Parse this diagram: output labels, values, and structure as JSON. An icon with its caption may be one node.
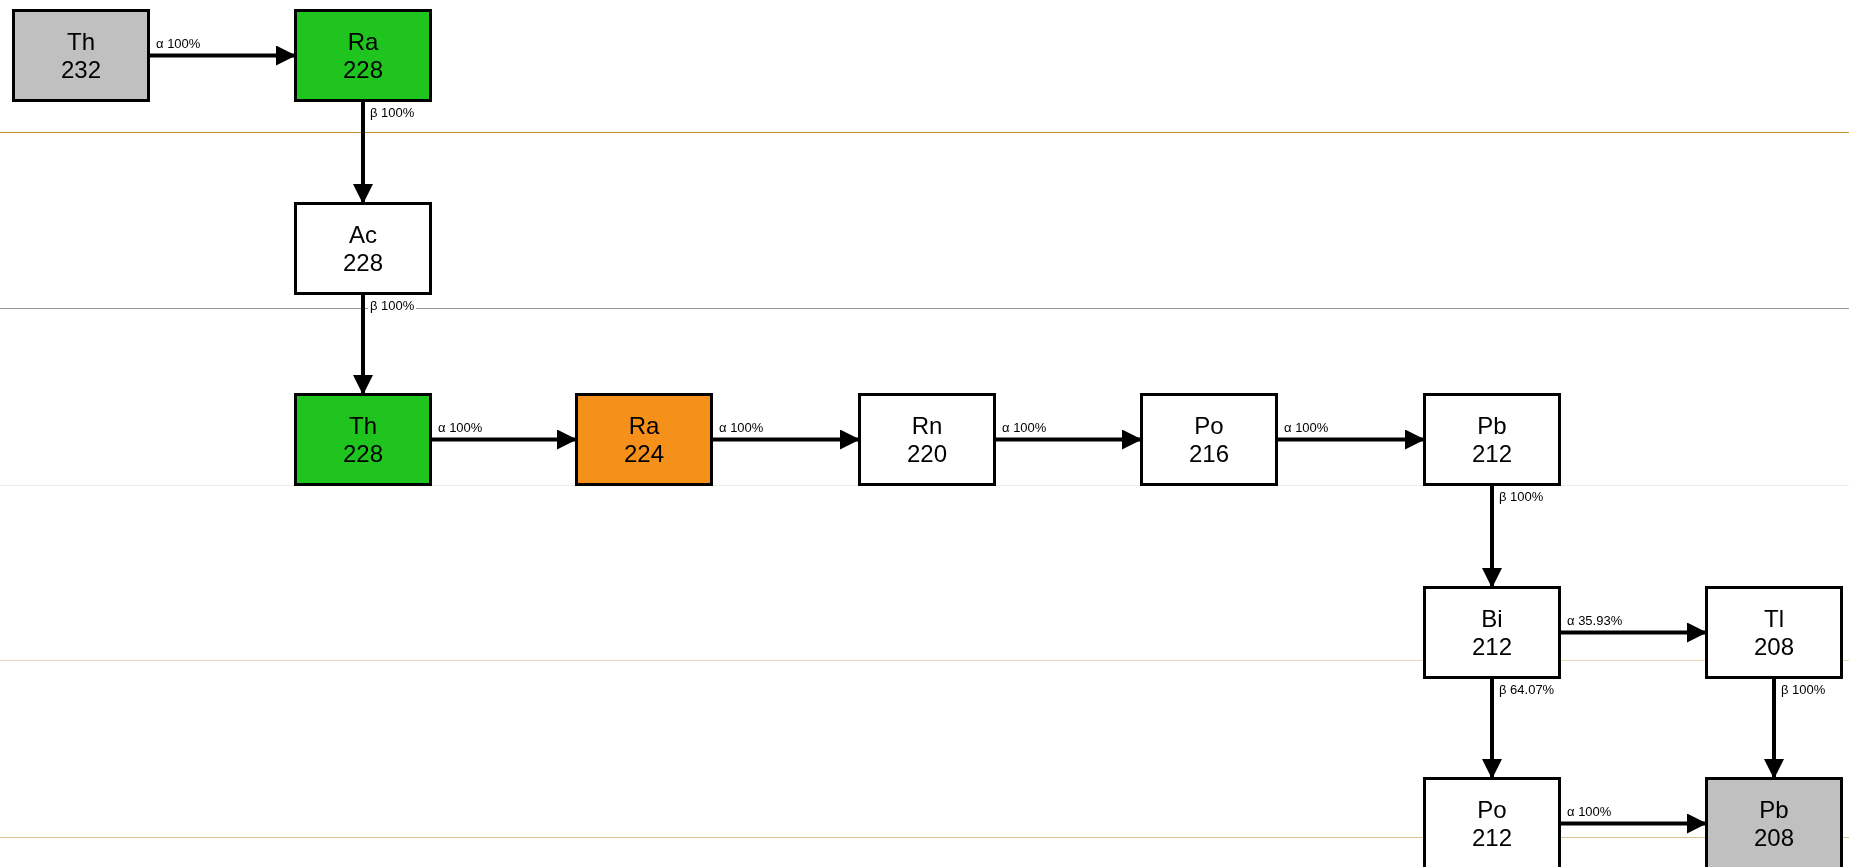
{
  "diagram": {
    "nodes": [
      {
        "text": [
          "Th",
          "232"
        ]
      },
      {
        "text": [
          "Ra",
          "228"
        ]
      },
      {
        "text": [
          "Ac",
          "228"
        ]
      },
      {
        "text": [
          "Th",
          "228"
        ]
      },
      {
        "text": [
          "Ra",
          "224"
        ]
      },
      {
        "text": [
          "Rn",
          "220"
        ]
      },
      {
        "text": [
          "Po",
          "216"
        ]
      },
      {
        "text": [
          "Pb",
          "212"
        ]
      },
      {
        "text": [
          "Bi",
          "212"
        ]
      },
      {
        "text": [
          "Tl",
          "208"
        ]
      },
      {
        "text": [
          "Po",
          "212"
        ]
      },
      {
        "text": [
          "Pb",
          "208"
        ]
      }
    ],
    "edges": [
      {
        "from": 0,
        "to": 1,
        "arrow": "to",
        "label": "α 100%"
      },
      {
        "from": 1,
        "to": 2,
        "arrow": "to",
        "label": "β 100%"
      },
      {
        "from": 2,
        "to": 3,
        "arrow": "to",
        "label": "β 100%"
      },
      {
        "from": 3,
        "to": 4,
        "arrow": "to",
        "label": "α 100%"
      },
      {
        "from": 4,
        "to": 5,
        "arrow": "to",
        "label": "α 100%"
      },
      {
        "from": 5,
        "to": 6,
        "arrow": "to",
        "label": "α 100%"
      },
      {
        "from": 6,
        "to": 7,
        "arrow": "to",
        "label": "α 100%"
      },
      {
        "from": 7,
        "to": 8,
        "arrow": "to",
        "label": "β 100%"
      },
      {
        "from": 8,
        "to": 9,
        "arrow": "to",
        "label": "α 35.93%"
      },
      {
        "from": 8,
        "to": 10,
        "arrow": "to",
        "label": "β 64.07%"
      },
      {
        "from": 9,
        "to": 11,
        "arrow": "to",
        "label": "β 100%"
      },
      {
        "from": 10,
        "to": 11,
        "arrow": "to",
        "label": "α 100%"
      }
    ]
  }
}
